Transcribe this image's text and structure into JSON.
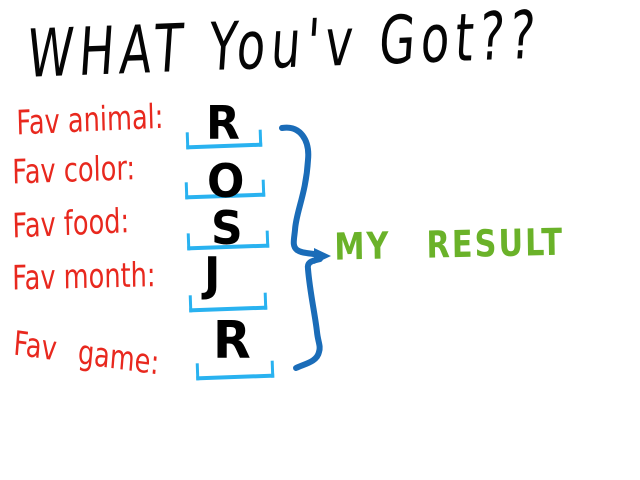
{
  "title": {
    "text": "WHAT You'v Got??"
  },
  "colors": {
    "background": "#ffffff",
    "ink_black": "#000000",
    "label_red": "#e8281e",
    "box_blue": "#29b2f0",
    "brace_blue": "#1a6cb8",
    "result_green": "#6ab229"
  },
  "form": {
    "rows": [
      {
        "label": "Fav animal:",
        "letter": "R"
      },
      {
        "label": "Fav color:",
        "letter": "O"
      },
      {
        "label": "Fav food:",
        "letter": "S"
      },
      {
        "label": "Fav month:",
        "letter": "J"
      },
      {
        "label": "Fav game:",
        "letter": "R"
      }
    ]
  },
  "annotation": {
    "result_label": "MY RESULT"
  }
}
